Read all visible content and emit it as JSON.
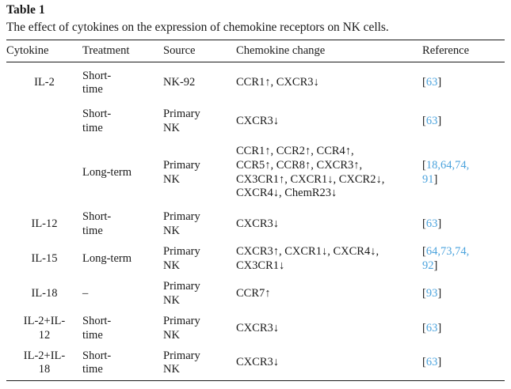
{
  "table": {
    "label": "Table 1",
    "caption": "The effect of cytokines on the expression of chemokine receptors on NK cells.",
    "reference_color": "#4ba3dd",
    "text_color": "#1a1a1a",
    "columns": [
      "Cytokine",
      "Treatment",
      "Source",
      "Chemokine change",
      "Reference"
    ],
    "rows": [
      {
        "cytokine": "IL-2",
        "cytokine_lines": [
          "IL-2"
        ],
        "treatment": "Short-time",
        "treatment_lines": [
          "Short-",
          "time"
        ],
        "source": "NK-92",
        "source_lines": [
          "NK-92"
        ],
        "chemokine_change": "CCR1↑, CXCR3↓",
        "chemokine_lines": [
          "CCR1↑, CXCR3↓"
        ],
        "reference": "[63]",
        "reference_numbers": [
          "63"
        ],
        "reference_lines": [
          "[63]"
        ]
      },
      {
        "cytokine": "IL-2",
        "cytokine_lines": [
          ""
        ],
        "treatment": "Short-time",
        "treatment_lines": [
          "Short-",
          "time"
        ],
        "source": "Primary NK",
        "source_lines": [
          "Primary",
          "NK"
        ],
        "chemokine_change": "CXCR3↓",
        "chemokine_lines": [
          "CXCR3↓"
        ],
        "reference": "[63]",
        "reference_numbers": [
          "63"
        ],
        "reference_lines": [
          "[63]"
        ]
      },
      {
        "cytokine": "IL-2",
        "cytokine_lines": [
          ""
        ],
        "treatment": "Long-term",
        "treatment_lines": [
          "Long-term"
        ],
        "source": "Primary NK",
        "source_lines": [
          "Primary",
          "NK"
        ],
        "chemokine_change": "CCR1↑, CCR2↑, CCR4↑, CCR5↑, CCR8↑, CXCR3↑, CX3CR1↑, CXCR1↓, CXCR2↓, CXCR4↓, ChemR23↓",
        "chemokine_lines": [
          "CCR1↑, CCR2↑, CCR4↑,",
          "CCR5↑, CCR8↑, CXCR3↑,",
          "CX3CR1↑, CXCR1↓, CXCR2↓,",
          "CXCR4↓, ChemR23↓"
        ],
        "reference": "[18,64,74,91]",
        "reference_numbers": [
          "18",
          "64",
          "74",
          "91"
        ],
        "reference_lines": [
          "[18,64,74,",
          "91]"
        ]
      },
      {
        "cytokine": "IL-12",
        "cytokine_lines": [
          "IL-12"
        ],
        "treatment": "Short-time",
        "treatment_lines": [
          "Short-",
          "time"
        ],
        "source": "Primary NK",
        "source_lines": [
          "Primary",
          "NK"
        ],
        "chemokine_change": "CXCR3↓",
        "chemokine_lines": [
          "CXCR3↓"
        ],
        "reference": "[63]",
        "reference_numbers": [
          "63"
        ],
        "reference_lines": [
          "[63]"
        ]
      },
      {
        "cytokine": "IL-15",
        "cytokine_lines": [
          "IL-15"
        ],
        "treatment": "Long-term",
        "treatment_lines": [
          "Long-term"
        ],
        "source": "Primary NK",
        "source_lines": [
          "Primary",
          "NK"
        ],
        "chemokine_change": "CXCR3↑, CXCR1↓, CXCR4↓, CX3CR1↓",
        "chemokine_lines": [
          "CXCR3↑, CXCR1↓, CXCR4↓,",
          "CX3CR1↓"
        ],
        "reference": "[64,73,74,92]",
        "reference_numbers": [
          "64",
          "73",
          "74",
          "92"
        ],
        "reference_lines": [
          "[64,73,74,",
          "92]"
        ]
      },
      {
        "cytokine": "IL-18",
        "cytokine_lines": [
          "IL-18"
        ],
        "treatment": "–",
        "treatment_lines": [
          "–"
        ],
        "source": "Primary NK",
        "source_lines": [
          "Primary",
          "NK"
        ],
        "chemokine_change": "CCR7↑",
        "chemokine_lines": [
          "CCR7↑"
        ],
        "reference": "[93]",
        "reference_numbers": [
          "93"
        ],
        "reference_lines": [
          "[93]"
        ]
      },
      {
        "cytokine": "IL-2+IL-12",
        "cytokine_lines": [
          "IL-2+IL-",
          "12"
        ],
        "treatment": "Short-time",
        "treatment_lines": [
          "Short-",
          "time"
        ],
        "source": "Primary NK",
        "source_lines": [
          "Primary",
          "NK"
        ],
        "chemokine_change": "CXCR3↓",
        "chemokine_lines": [
          "CXCR3↓"
        ],
        "reference": "[63]",
        "reference_numbers": [
          "63"
        ],
        "reference_lines": [
          "[63]"
        ]
      },
      {
        "cytokine": "IL-2+IL-18",
        "cytokine_lines": [
          "IL-2+IL-",
          "18"
        ],
        "treatment": "Short-time",
        "treatment_lines": [
          "Short-",
          "time"
        ],
        "source": "Primary NK",
        "source_lines": [
          "Primary",
          "NK"
        ],
        "chemokine_change": "CXCR3↓",
        "chemokine_lines": [
          "CXCR3↓"
        ],
        "reference": "[63]",
        "reference_numbers": [
          "63"
        ],
        "reference_lines": [
          "[63]"
        ]
      }
    ]
  }
}
